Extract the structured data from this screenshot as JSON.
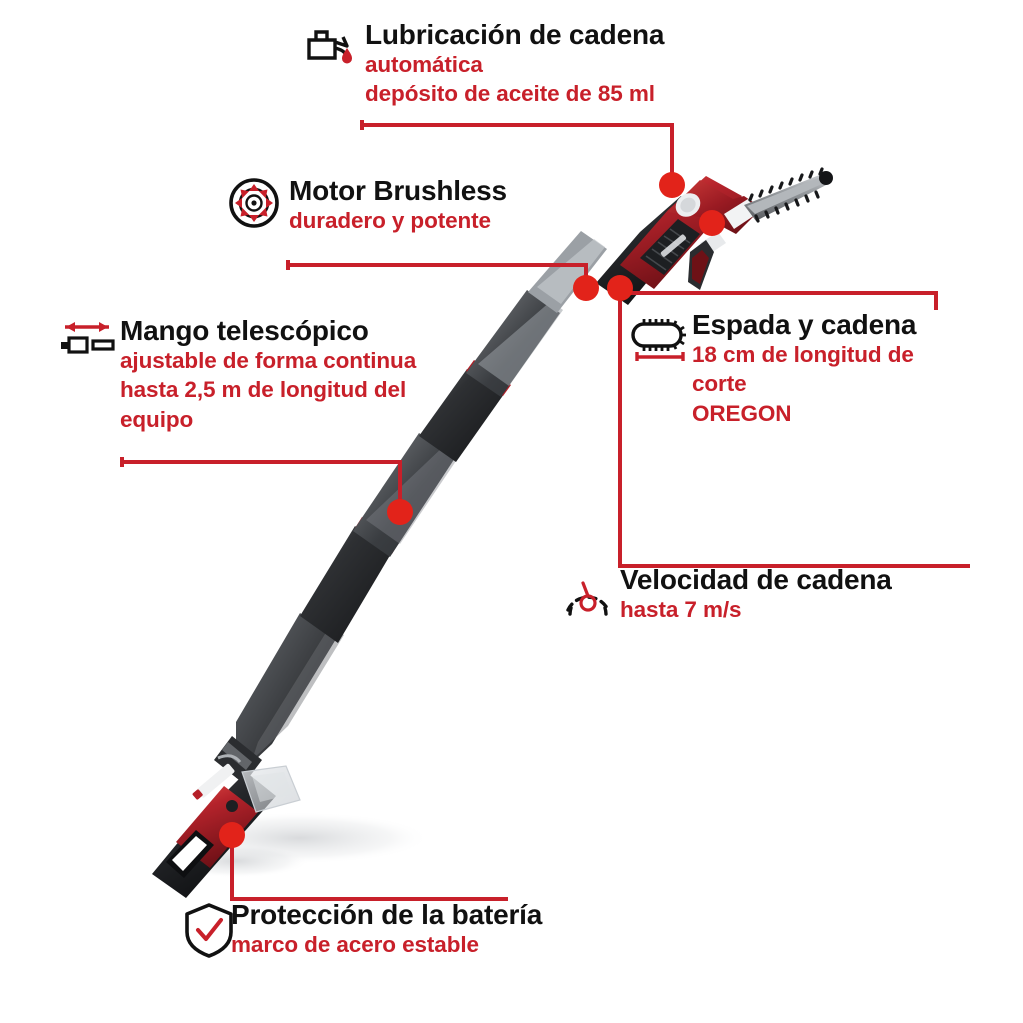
{
  "page": {
    "background": "#ffffff",
    "accent_red": "#c8202a",
    "dot_red": "#e2231a",
    "title_color": "#111111",
    "product": "Einhell cordless telescopic pole saw"
  },
  "callouts": [
    {
      "id": "chain-lubrication",
      "icon": "oil-can-icon",
      "title": "Lubricación de cadena",
      "sub_lines": [
        "automática",
        "depósito de aceite de 85 ml"
      ]
    },
    {
      "id": "brushless-motor",
      "icon": "brushless-motor-icon",
      "title": "Motor Brushless",
      "sub_lines": [
        "duradero y potente"
      ]
    },
    {
      "id": "telescopic-handle",
      "icon": "telescopic-arrow-icon",
      "title": "Mango telescópico",
      "sub_lines": [
        "ajustable de forma continua",
        "hasta 2,5 m de longitud del",
        "equipo"
      ]
    },
    {
      "id": "bar-and-chain",
      "icon": "chain-bar-icon",
      "title": "Espada y cadena",
      "sub_lines": [
        "18 cm de longitud de",
        "corte",
        "OREGON"
      ]
    },
    {
      "id": "chain-speed",
      "icon": "speedometer-icon",
      "title": "Velocidad de cadena",
      "sub_lines": [
        "hasta 7 m/s"
      ]
    },
    {
      "id": "battery-protection",
      "icon": "shield-check-icon",
      "title": "Protección de la batería",
      "sub_lines": [
        "marco de acero estable"
      ]
    }
  ]
}
